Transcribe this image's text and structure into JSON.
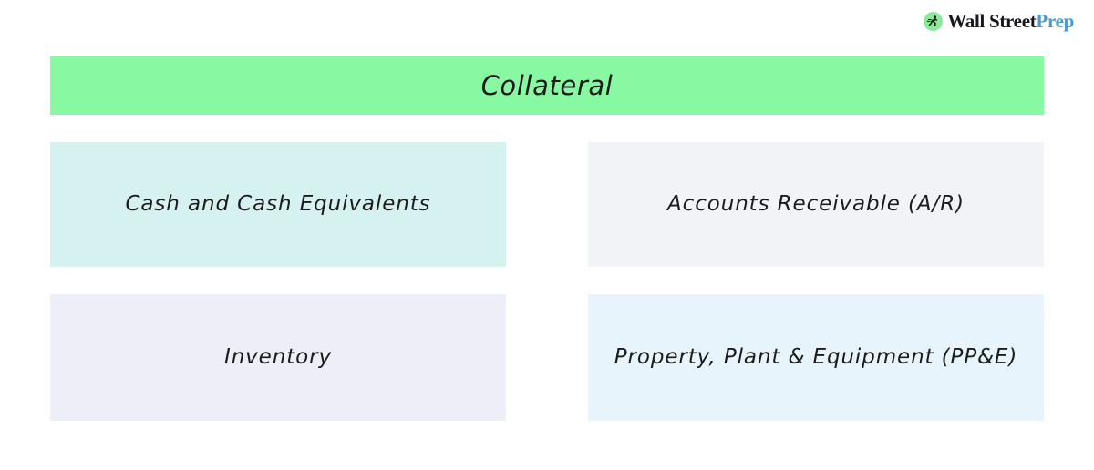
{
  "brand": {
    "icon": "runner-in-circle-icon",
    "name_primary": "Wall Street",
    "name_accent": "Prep",
    "accent_color": "#4a9ad4",
    "mark_color": "#8ce99a"
  },
  "diagram": {
    "type": "category-grid",
    "header": {
      "label": "Collateral",
      "background_color": "#88f8a2",
      "text_color": "#1c1c1c"
    },
    "items": [
      {
        "label": "Cash and Cash Equivalents",
        "background_color": "#d6f2f0",
        "position": "top-left"
      },
      {
        "label": "Accounts Receivable (A/R)",
        "background_color": "#f2f3f6",
        "position": "top-right"
      },
      {
        "label": "Inventory",
        "background_color": "#eeeef8",
        "position": "bottom-left"
      },
      {
        "label": "Property, Plant & Equipment (PP&E)",
        "background_color": "#e7f4fc",
        "position": "bottom-right"
      }
    ]
  }
}
